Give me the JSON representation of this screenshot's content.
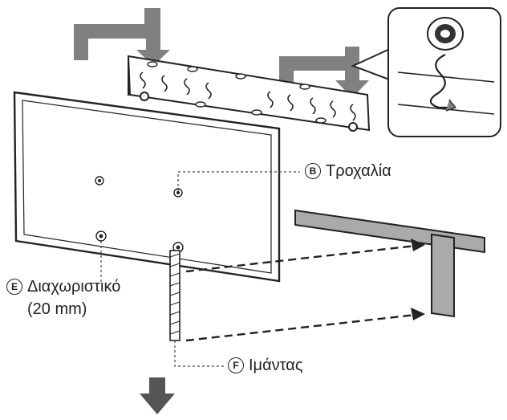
{
  "labels": {
    "pulley": {
      "letter": "B",
      "text": "Τροχαλία"
    },
    "spacer": {
      "letter": "E",
      "text": "Διαχωριστικό",
      "size": "(20 mm)"
    },
    "strap": {
      "letter": "F",
      "text": "Ιμάντας"
    }
  },
  "colors": {
    "line": "#222222",
    "gray_arrow": "#808080",
    "stand_fill": "#aaaaaa",
    "panel_fill": "#ffffff"
  }
}
